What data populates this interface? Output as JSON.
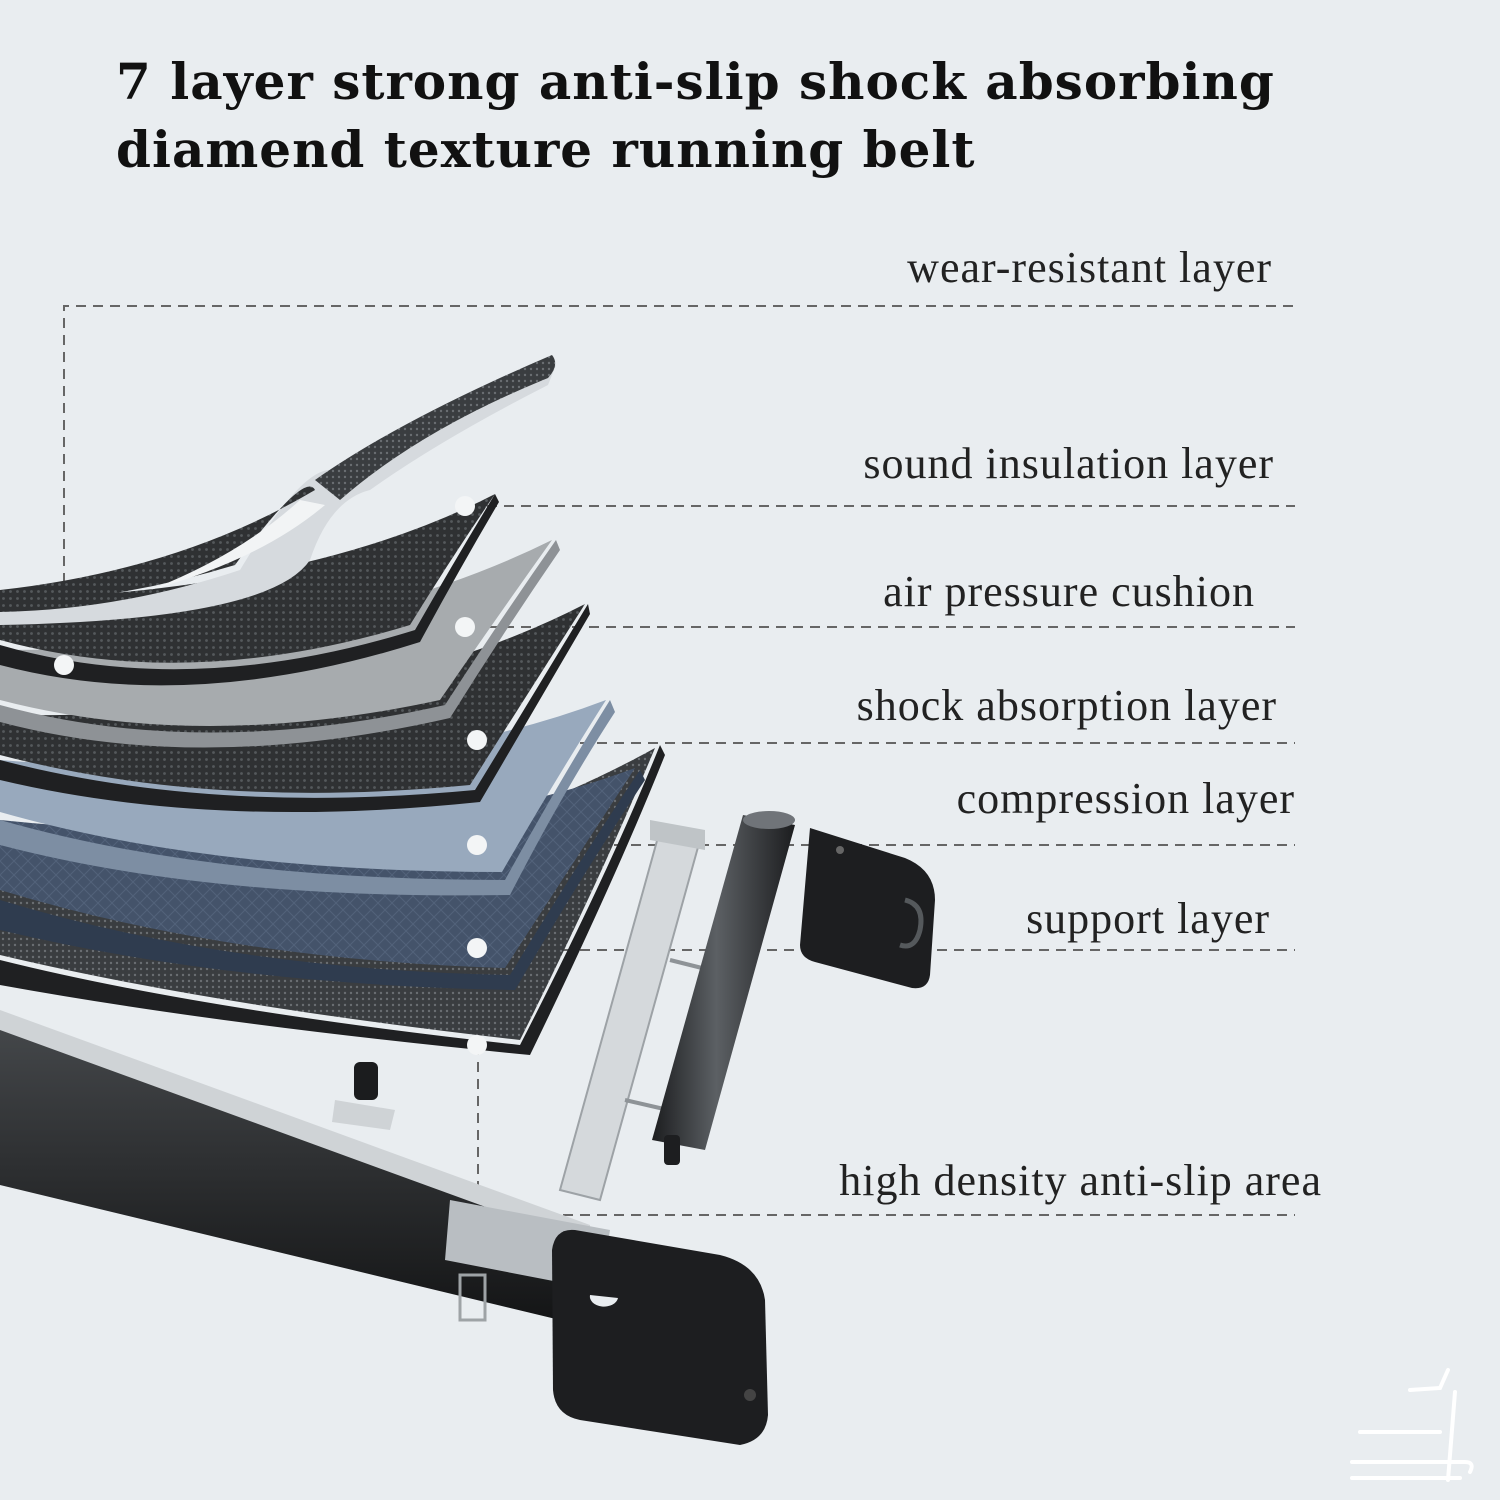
{
  "title_line1": "7 layer strong anti-slip shock absorbing",
  "title_line2": "diamend texture running belt",
  "labels": [
    "wear-resistant layer",
    "sound insulation layer",
    "air pressure cushion",
    "shock absorption layer",
    "compression layer",
    "support layer",
    "high density anti-slip area"
  ],
  "colors": {
    "background": "#e9edf0",
    "dark_layer": "#2f3133",
    "grey_layer": "#a7abae",
    "blue_layer": "#97a9bd",
    "navy_layer": "#44536a",
    "frame_black": "#1f2022",
    "frame_silver": "#cfd3d6"
  },
  "icons": [
    "treadmill-logo-icon"
  ]
}
